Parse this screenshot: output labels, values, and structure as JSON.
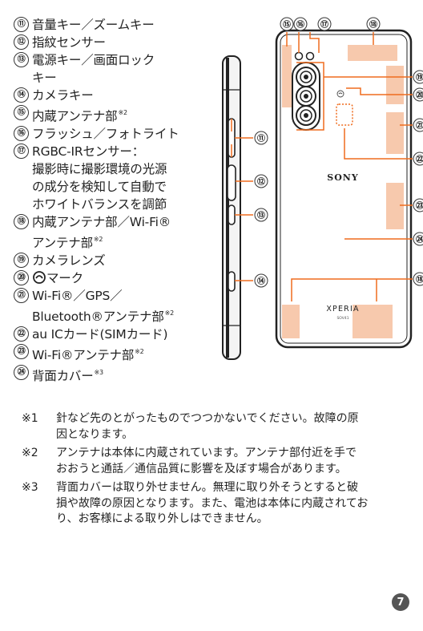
{
  "parts": [
    {
      "num": "⑪",
      "text": "音量キー／ズームキー"
    },
    {
      "num": "⑫",
      "text": "指紋センサー"
    },
    {
      "num": "⑬",
      "text": "電源キー／画面ロック\nキー"
    },
    {
      "num": "⑭",
      "text": "カメラキー"
    },
    {
      "num": "⑮",
      "text": "内蔵アンテナ部",
      "sup": "※2"
    },
    {
      "num": "⑯",
      "text": "フラッシュ／フォトライト"
    },
    {
      "num": "⑰",
      "text": "RGBC-IRセンサー：\n撮影時に撮影環境の光源\nの成分を検知して自動で\nホワイトバランスを調節"
    },
    {
      "num": "⑱",
      "text": "内蔵アンテナ部／Wi-Fi®\nアンテナ部",
      "sup": "※2"
    },
    {
      "num": "⑲",
      "text": "カメラレンズ"
    },
    {
      "num": "⑳",
      "text": "マーク",
      "mark_icon": "felica-mark-icon"
    },
    {
      "num": "㉑",
      "text": "Wi-Fi®／GPS／\nBluetooth®アンテナ部",
      "sup": "※2"
    },
    {
      "num": "㉒",
      "text": "au ICカード(SIMカード)"
    },
    {
      "num": "㉓",
      "text": "Wi-Fi®アンテナ部",
      "sup": "※2"
    },
    {
      "num": "㉔",
      "text": "背面カバー",
      "sup": "※3"
    }
  ],
  "notes": [
    {
      "mark": "※1",
      "text": "針など先のとがったものでつつかないでください。故障の原\n因となります。"
    },
    {
      "mark": "※2",
      "text": "アンテナは本体に内蔵されています。アンテナ部付近を手で\nおおうと通話／通信品質に影響を及ぼす場合があります。"
    },
    {
      "mark": "※3",
      "text": "背面カバーは取り外せません。無理に取り外そうとすると破\n損や故障の原因となります。また、電池は本体に内蔵されてお\nり、お客様による取り外しはできません。"
    }
  ],
  "diagram": {
    "side_labels": {
      "n11": "⑪",
      "n12": "⑫",
      "n13": "⑬",
      "n14": "⑭"
    },
    "top_labels": {
      "n15": "⑮",
      "n16": "⑯",
      "n17": "⑰",
      "n18": "⑱"
    },
    "right_labels": {
      "n19": "⑲",
      "n20": "⑳",
      "n21": "㉑",
      "n22": "㉒",
      "n23": "㉓",
      "n24": "㉔"
    },
    "brand_logo": "SONY",
    "model_logo": "XPERIA",
    "model_code": "SOV41",
    "highlight_color": "#f7c9ad",
    "callout_color": "#ef6c1e"
  },
  "page_number": "7"
}
